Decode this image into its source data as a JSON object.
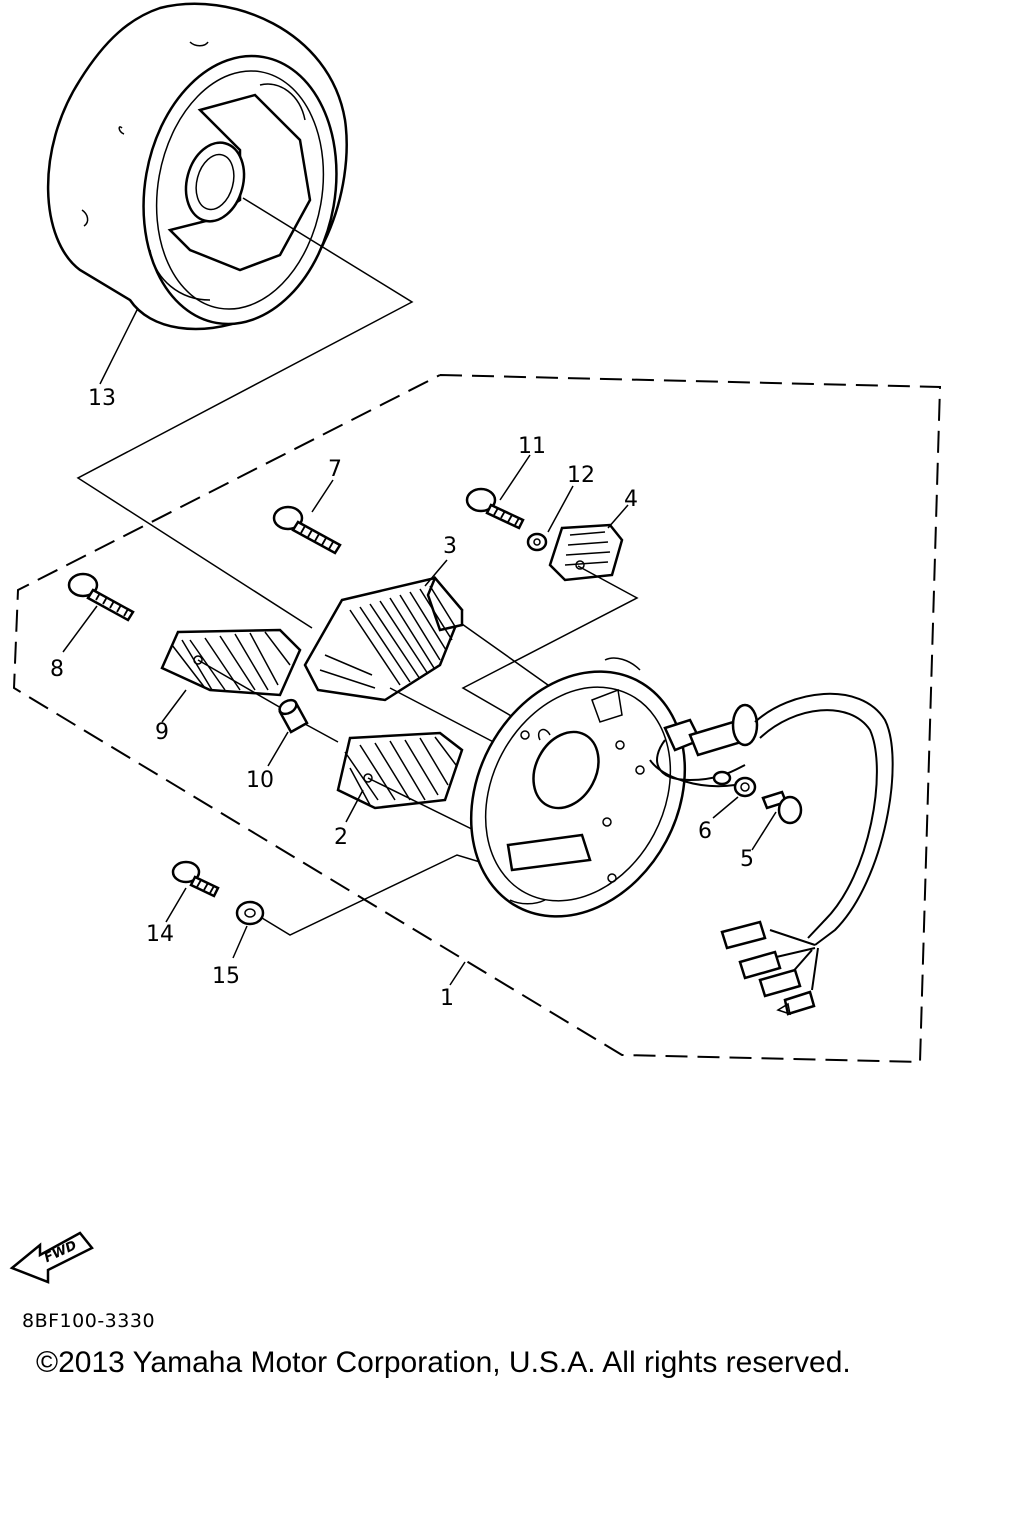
{
  "callouts": {
    "p1": "1",
    "p2": "2",
    "p3": "3",
    "p4": "4",
    "p5": "5",
    "p6": "6",
    "p7": "7",
    "p8": "8",
    "p9": "9",
    "p10": "10",
    "p11": "11",
    "p12": "12",
    "p13": "13",
    "p14": "14",
    "p15": "15"
  },
  "fwd_label": "FWD",
  "diagram_code": "8BF100-3330",
  "copyright": "©2013 Yamaha Motor Corporation, U.S.A. All rights reserved."
}
